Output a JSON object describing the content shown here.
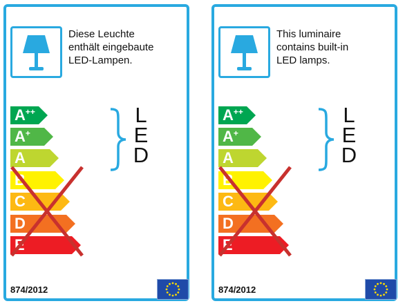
{
  "labels": [
    {
      "lang": "de",
      "text_lines": [
        "Diese Leuchte",
        "enthält eingebaute",
        "LED-Lampen."
      ],
      "led_letters": [
        "L",
        "E",
        "D"
      ],
      "regulation": "874/2012"
    },
    {
      "lang": "en",
      "text_lines": [
        "This luminaire",
        "contains built-in",
        "LED lamps."
      ],
      "led_letters": [
        "L",
        "E",
        "D"
      ],
      "regulation": "874/2012"
    }
  ],
  "energy_classes": [
    {
      "letter": "A",
      "sup": "++",
      "color": "#00a651"
    },
    {
      "letter": "A",
      "sup": "+",
      "color": "#50b747"
    },
    {
      "letter": "A",
      "sup": "",
      "color": "#bed630"
    },
    {
      "letter": "B",
      "sup": "",
      "color": "#fff200"
    },
    {
      "letter": "C",
      "sup": "",
      "color": "#fdb913"
    },
    {
      "letter": "D",
      "sup": "",
      "color": "#f37021"
    },
    {
      "letter": "E",
      "sup": "",
      "color": "#ed1c24"
    }
  ],
  "excluded_classes_from": 3,
  "colors": {
    "border": "#29a9e0",
    "lamp": "#29a9e0",
    "cross": "#c8312e",
    "brace": "#29a9e0",
    "eu_blue": "#1f4aa8",
    "eu_star": "#ffdd00"
  },
  "icons": {
    "lamp": "table-lamp-icon",
    "brace": "curly-brace-icon",
    "cross": "cross-out-icon",
    "flag": "eu-flag-icon"
  }
}
